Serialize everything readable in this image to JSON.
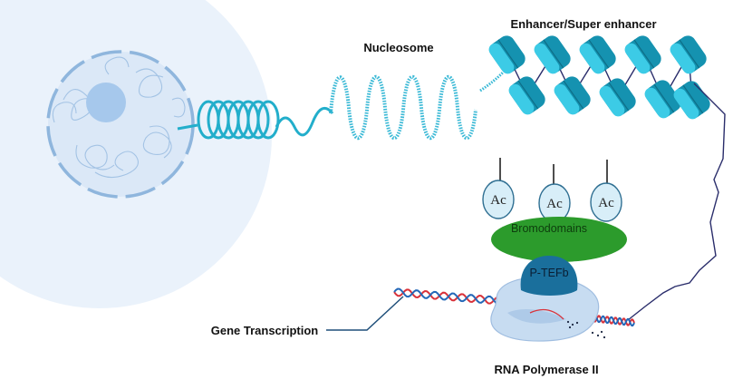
{
  "labels": {
    "nucleosome": "Nucleosome",
    "enhancer": "Enhancer/Super enhancer",
    "ac": "Ac",
    "bromodomains": "Bromodomains",
    "ptefb": "P-TEFb",
    "gene_transcription": "Gene Transcription",
    "rna_pol": "RNA Polymerase II"
  },
  "colors": {
    "nucleus_fill": "#cfe1f3",
    "nucleus_outline": "#8fb6dd",
    "nucleolus": "#a6c8ec",
    "chromatin": "#22aecb",
    "nucleosome_dark": "#1592b0",
    "nucleosome_light": "#3ccbe6",
    "ac_fill": "#d8eef8",
    "bromodomains": "#2c9b2c",
    "ptefb": "#1a6f9c",
    "polymerase": "#c7dcf1",
    "dna_red": "#d9323a",
    "dna_blue": "#2468b8",
    "linker": "#2a2d6b"
  }
}
